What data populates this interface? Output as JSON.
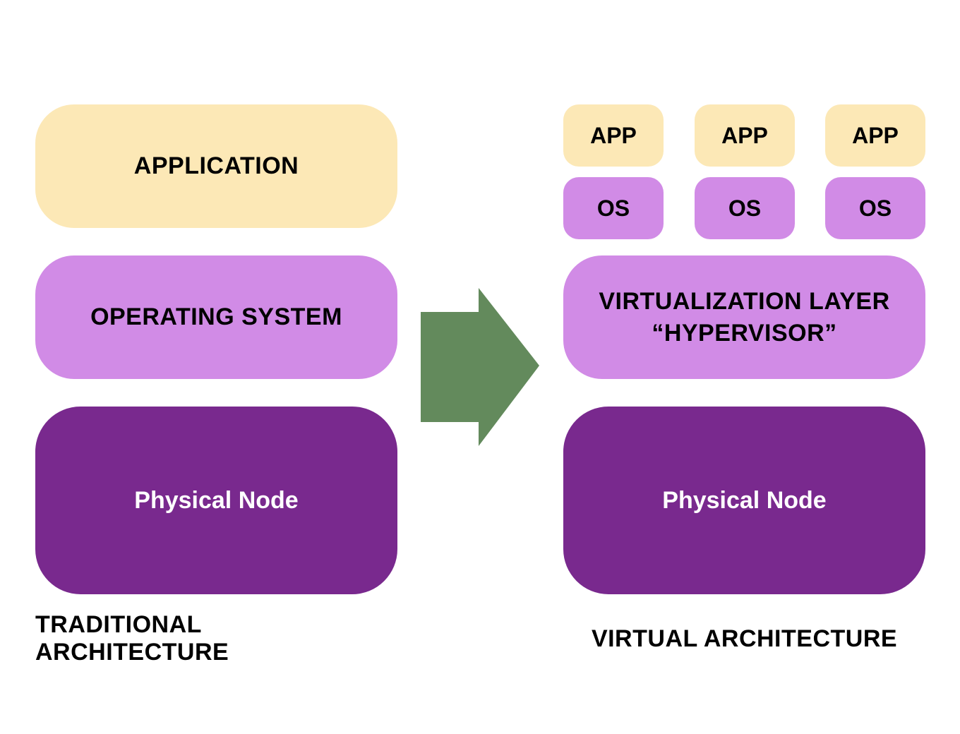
{
  "colors": {
    "application": "#FCE8B6",
    "operating_system": "#D18BE6",
    "physical_node": "#79298E",
    "arrow": "#638A5C",
    "background": "#FFFFFF"
  },
  "traditional": {
    "application_label": "APPLICATION",
    "os_label": "OPERATING SYSTEM",
    "physical_label": "Physical Node",
    "caption": "TRADITIONAL ARCHITECTURE"
  },
  "arrow_icon": "right-arrow-icon",
  "virtual": {
    "vms": [
      {
        "app_label": "APP",
        "os_label": "OS"
      },
      {
        "app_label": "APP",
        "os_label": "OS"
      },
      {
        "app_label": "APP",
        "os_label": "OS"
      }
    ],
    "hypervisor_line1": "VIRTUALIZATION LAYER",
    "hypervisor_line2": "“HYPERVISOR”",
    "physical_label": "Physical Node",
    "caption": "VIRTUAL ARCHITECTURE"
  }
}
